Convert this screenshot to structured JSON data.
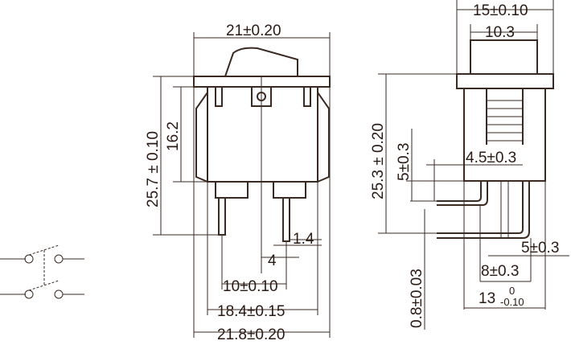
{
  "front_view": {
    "width_top": "21±0.20",
    "height_total": "25.7 ± 0.10",
    "height_body": "16.2",
    "pin_width": "1.4",
    "pin_offset": "4",
    "pin_spacing": "10±0.10",
    "body_width": "18.4±0.15",
    "bezel_width": "21.8±0.20"
  },
  "side_view": {
    "width_top": "15±0.10",
    "cap_width": "10.3",
    "height_total": "25.3 ± 0.20",
    "pin_height": "5±0.3",
    "pin_gap": "4.5±0.3",
    "pin_thickness": "0.8±0.03",
    "pin_pitch_a": "5±0.3",
    "pin_pitch_b": "8±0.3",
    "body_depth": "13",
    "body_depth_tol_upper": "0",
    "body_depth_tol_lower": "-0.10"
  },
  "colors": {
    "line": "#3a2a22"
  }
}
